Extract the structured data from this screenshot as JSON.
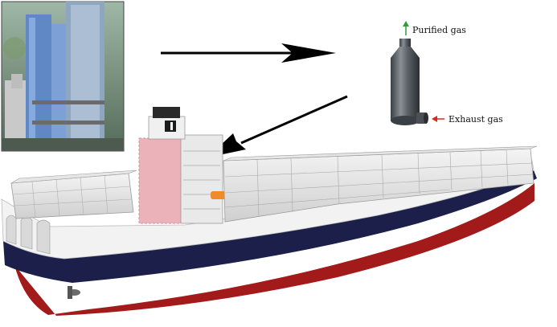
{
  "labels": {
    "purified_gas": "Purified gas",
    "exhaust_gas": "Exhaust gas"
  },
  "colors": {
    "purified_arrow": "#2e9e3a",
    "exhaust_arrow": "#d62a1f",
    "hull_bottom": "#a31a1a",
    "hull_band": "#1b1f4a",
    "scrubber_highlight": "#e8a0a8"
  },
  "icons": [
    "purified-gas-up-arrow",
    "exhaust-gas-in-arrow",
    "pointer-arrow"
  ]
}
